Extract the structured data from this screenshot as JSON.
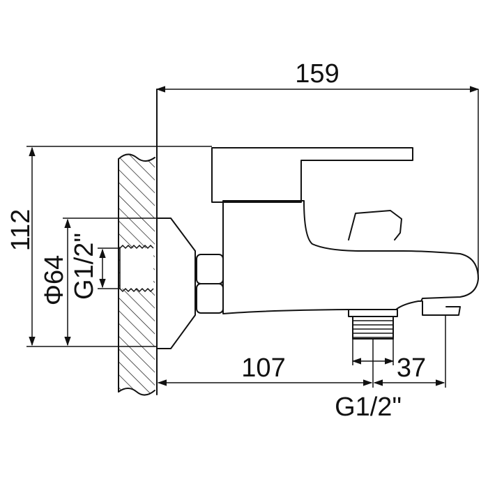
{
  "dimensions": {
    "overall_length": "159",
    "overall_height": "112",
    "flange_diameter": "Φ64",
    "inlet_thread": "G1/2\"",
    "wall_to_outlet": "107",
    "outlet_to_spout": "37",
    "outlet_thread": "G1/2\""
  }
}
